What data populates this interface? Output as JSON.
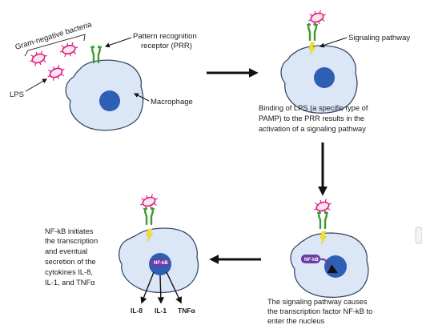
{
  "diagram": {
    "panel1": {
      "bacteria_label": "Gram-negative bacteria",
      "lps_label": "LPS",
      "prr_label_line1": "Pattern recognition",
      "prr_label_line2": "receptor (PRR)",
      "macrophage_label": "Macrophage"
    },
    "panel2": {
      "signaling_label": "Signaling pathway",
      "caption": [
        "Binding of LPS (a specific type of",
        "PAMP) to the PRR results in the",
        "activation of a signaling pathway"
      ]
    },
    "panel3": {
      "nfkb_label": "NF-kB",
      "caption": [
        "The signaling pathway causes",
        "the transcription factor NF-kB to",
        "enter the nucleus"
      ]
    },
    "panel4": {
      "nfkb_label": "NF-kB",
      "cytokines": [
        "IL-8",
        "IL-1",
        "TNFα"
      ],
      "caption": [
        "NF-kB initiates",
        "the transcription",
        "and eventual",
        "secretion of the",
        "cytokines IL-8,",
        "IL-1, and TNFα"
      ]
    },
    "colors": {
      "cell_fill": "#dbe6f7",
      "cell_stroke": "#3a4a66",
      "nucleus": "#2f5fb5",
      "receptor": "#3d9a33",
      "bacteria_stroke": "#d81f82",
      "bacteria_fill": "#fbe4f0",
      "bolt": "#f3e02c",
      "nfkb": "#6f3aa5"
    }
  }
}
